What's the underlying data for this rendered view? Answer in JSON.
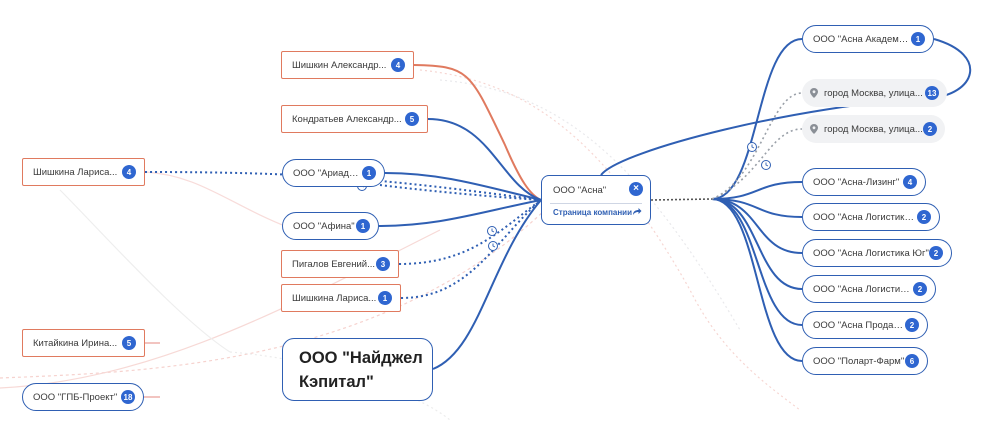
{
  "center": {
    "title": "ООО \"Асна\"",
    "link_label": "Страница компании",
    "close_icon": "close-icon",
    "share_icon": "share-arrow-icon"
  },
  "left_nodes": [
    {
      "id": "shishkin",
      "label": "Шишкин Александр...",
      "count": "4",
      "kind": "person"
    },
    {
      "id": "kondratyev",
      "label": "Кондратьев Александр...",
      "count": "5",
      "kind": "person"
    },
    {
      "id": "ariadna",
      "label": "ООО \"Ариадна\"",
      "count": "1",
      "kind": "company"
    },
    {
      "id": "afina",
      "label": "ООО \"Афина\"",
      "count": "1",
      "kind": "company"
    },
    {
      "id": "pigalov",
      "label": "Пигалов Евгений...",
      "count": "3",
      "kind": "person"
    },
    {
      "id": "shishkina2",
      "label": "Шишкина Лариса...",
      "count": "1",
      "kind": "person"
    }
  ],
  "far_left_nodes": [
    {
      "id": "shishkina1",
      "label": "Шишкина Лариса...",
      "count": "4",
      "kind": "person"
    },
    {
      "id": "kitaykina",
      "label": "Китайкина Ирина...",
      "count": "5",
      "kind": "person"
    },
    {
      "id": "gpb",
      "label": "ООО \"ГПБ-Проект\"",
      "count": "18",
      "kind": "company"
    }
  ],
  "big_node": {
    "label": "ООО \"Найджел Кэпитал\""
  },
  "right_nodes": [
    {
      "id": "akademiya",
      "label": "ООО \"Асна Академия\"",
      "count": "1",
      "kind": "company"
    },
    {
      "id": "addr1",
      "label": "город Москва, улица...",
      "count": "13",
      "kind": "address"
    },
    {
      "id": "addr2",
      "label": "город Москва, улица...",
      "count": "2",
      "kind": "address"
    },
    {
      "id": "lizing",
      "label": "ООО \"Асна-Лизинг\"",
      "count": "4",
      "kind": "company"
    },
    {
      "id": "logistika_dots",
      "label": "ООО \"Асна Логистика...",
      "count": "2",
      "kind": "company"
    },
    {
      "id": "logistika_yug",
      "label": "ООО \"Асна Логистика Юг\"",
      "count": "2",
      "kind": "company"
    },
    {
      "id": "logistika",
      "label": "ООО \"Асна Логистика\"",
      "count": "2",
      "kind": "company"
    },
    {
      "id": "produkt",
      "label": "ООО \"Асна Продакт\"",
      "count": "2",
      "kind": "company"
    },
    {
      "id": "polart",
      "label": "ООО \"Поларт-Фарм\"",
      "count": "6",
      "kind": "company"
    }
  ],
  "colors": {
    "company": "#2f5fb3",
    "person": "#e07a5f",
    "badge": "#2f66d0",
    "faded": "#f2c4c0",
    "gray": "#9aa0a8"
  },
  "icons": {
    "address": "location-pin-icon",
    "history": "clock-icon"
  }
}
